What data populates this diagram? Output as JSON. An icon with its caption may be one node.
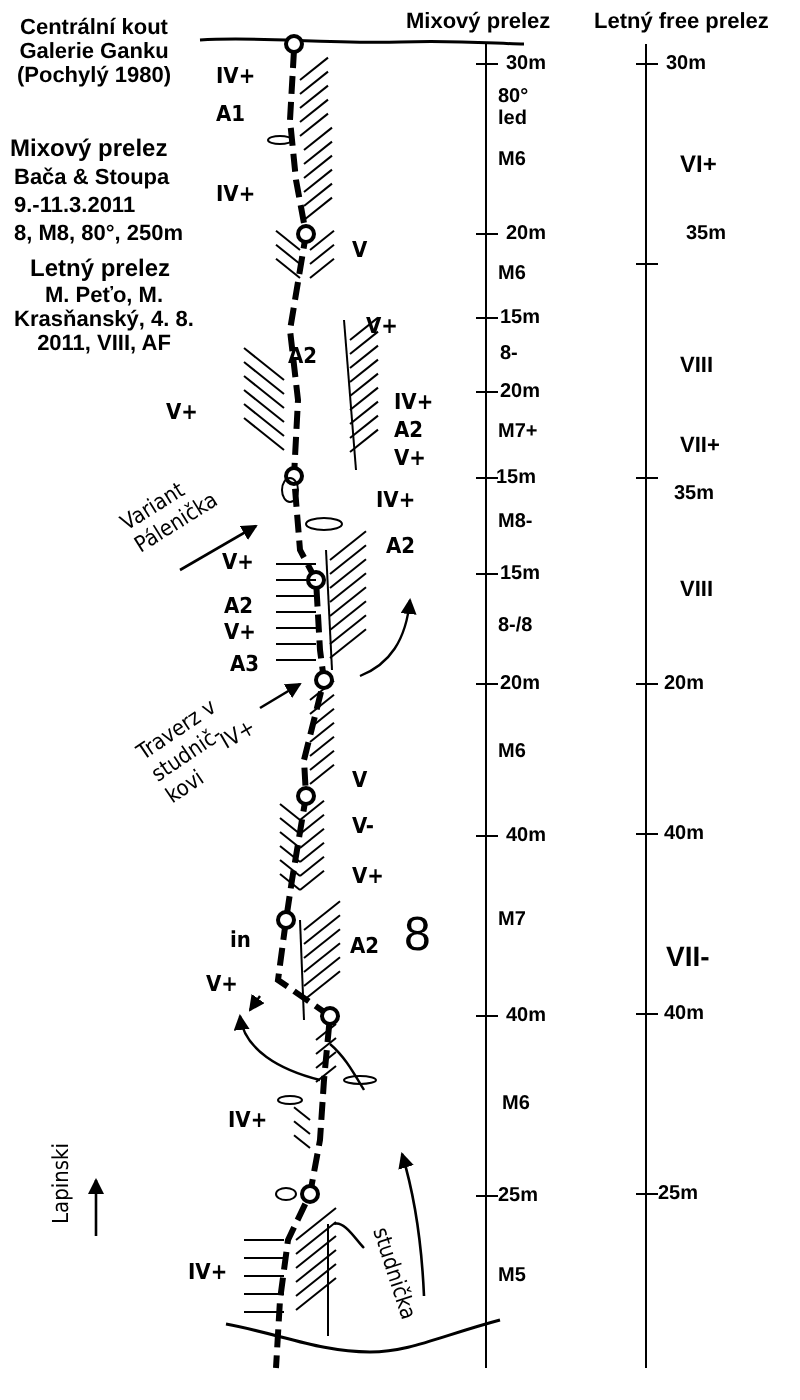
{
  "diagram": {
    "labels": [
      "Centrální kout Galerie Ganku (Pochylý 1980)",
      "Mixový prelez",
      "Bača & Stoupa",
      "9.-11.3.2011",
      "8, M8, 80°, 250m",
      "Letný prelez",
      "M. Peťo, M. Krasňanský, 4. 8. 2011, VIII, AF",
      "IV+",
      "A1",
      "IV+",
      "V",
      "V+",
      "A2",
      "V+",
      "IV+",
      "A2",
      "V+",
      "IV+",
      "A2",
      "Variant Pálenička",
      "V+",
      "A2",
      "V+",
      "A3",
      "Traverz v studnič- kovi",
      "IV+",
      "V",
      "V-",
      "V+",
      "in",
      "A2",
      "8",
      "V+",
      "IV+",
      "IV+",
      "Lapinski",
      "studnička",
      "Mixový prelez",
      "Letný free prelez",
      "30m",
      "80° led",
      "M6",
      "20m",
      "M6",
      "15m",
      "8-",
      "20m",
      "M7+",
      "15m",
      "M8-",
      "15m",
      "8-/8",
      "20m",
      "M6",
      "40m",
      "M7",
      "40m",
      "M6",
      "25m",
      "M5",
      "30m",
      "VI+",
      "35m",
      "VIII",
      "VII+",
      "35m",
      "VIII",
      "20m",
      "40m",
      "VII-",
      "40m",
      "25m"
    ]
  }
}
